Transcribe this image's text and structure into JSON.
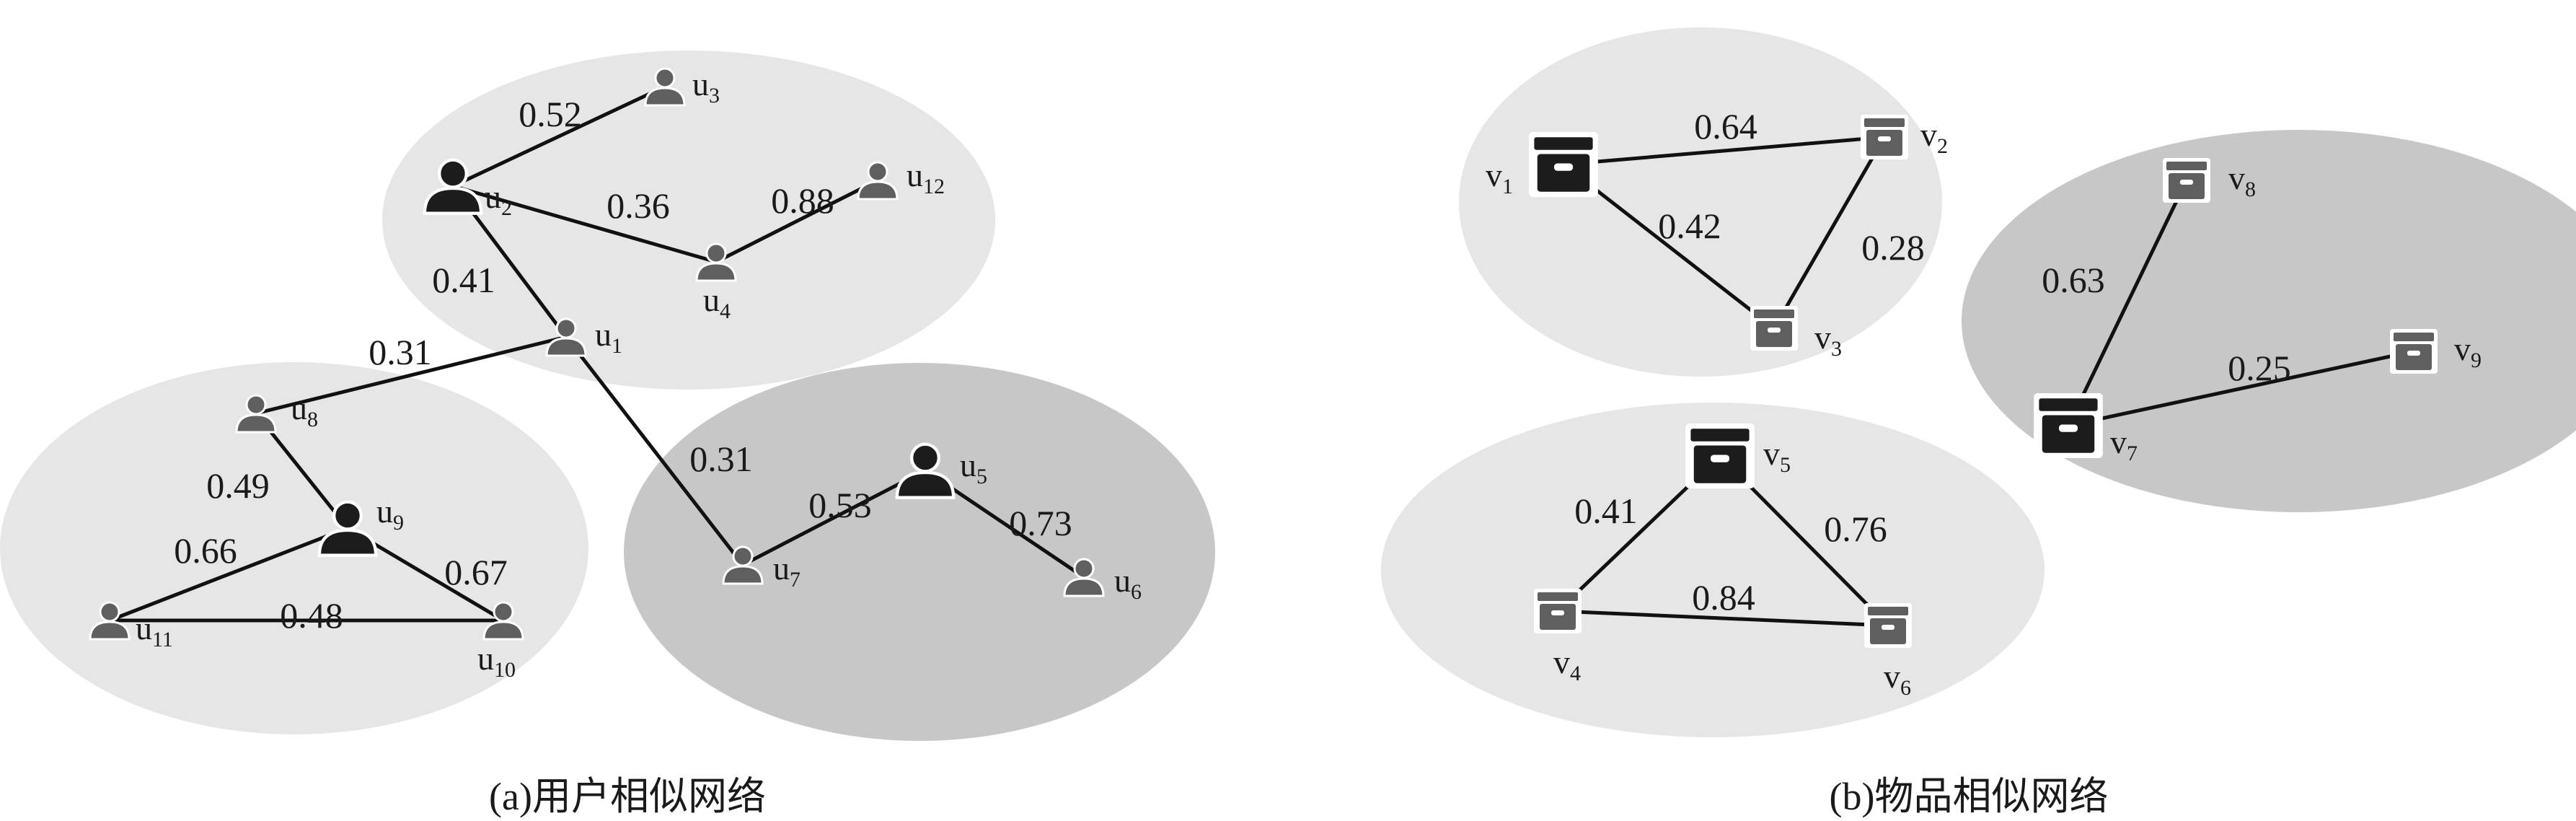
{
  "colors": {
    "light_cluster": "#e6e6e6",
    "dark_cluster": "#c7c7c7",
    "edge": "#111111",
    "highlight_icon": "#1c1c1c",
    "normal_icon": "#5f5f5f"
  },
  "panel_a": {
    "caption": "(a)用户相似网络",
    "nodes": [
      {
        "id": "u1",
        "base": "u",
        "sub": "1",
        "highlight": false
      },
      {
        "id": "u2",
        "base": "u",
        "sub": "2",
        "highlight": true
      },
      {
        "id": "u3",
        "base": "u",
        "sub": "3",
        "highlight": false
      },
      {
        "id": "u4",
        "base": "u",
        "sub": "4",
        "highlight": false
      },
      {
        "id": "u5",
        "base": "u",
        "sub": "5",
        "highlight": true
      },
      {
        "id": "u6",
        "base": "u",
        "sub": "6",
        "highlight": false
      },
      {
        "id": "u7",
        "base": "u",
        "sub": "7",
        "highlight": false
      },
      {
        "id": "u8",
        "base": "u",
        "sub": "8",
        "highlight": false
      },
      {
        "id": "u9",
        "base": "u",
        "sub": "9",
        "highlight": true
      },
      {
        "id": "u10",
        "base": "u",
        "sub": "10",
        "highlight": false
      },
      {
        "id": "u11",
        "base": "u",
        "sub": "11",
        "highlight": false
      },
      {
        "id": "u12",
        "base": "u",
        "sub": "12",
        "highlight": false
      }
    ],
    "edges": [
      {
        "from": "u2",
        "to": "u3",
        "weight": "0.52"
      },
      {
        "from": "u2",
        "to": "u4",
        "weight": "0.36"
      },
      {
        "from": "u4",
        "to": "u12",
        "weight": "0.88"
      },
      {
        "from": "u2",
        "to": "u1",
        "weight": "0.41"
      },
      {
        "from": "u1",
        "to": "u8",
        "weight": "0.31"
      },
      {
        "from": "u1",
        "to": "u7",
        "weight": "0.31"
      },
      {
        "from": "u8",
        "to": "u9",
        "weight": "0.49"
      },
      {
        "from": "u9",
        "to": "u11",
        "weight": "0.66"
      },
      {
        "from": "u9",
        "to": "u10",
        "weight": "0.67"
      },
      {
        "from": "u11",
        "to": "u10",
        "weight": "0.48"
      },
      {
        "from": "u7",
        "to": "u5",
        "weight": "0.53"
      },
      {
        "from": "u5",
        "to": "u6",
        "weight": "0.73"
      }
    ]
  },
  "panel_b": {
    "caption": "(b)物品相似网络",
    "nodes": [
      {
        "id": "v1",
        "base": "v",
        "sub": "1",
        "highlight": true
      },
      {
        "id": "v2",
        "base": "v",
        "sub": "2",
        "highlight": false
      },
      {
        "id": "v3",
        "base": "v",
        "sub": "3",
        "highlight": false
      },
      {
        "id": "v4",
        "base": "v",
        "sub": "4",
        "highlight": false
      },
      {
        "id": "v5",
        "base": "v",
        "sub": "5",
        "highlight": true
      },
      {
        "id": "v6",
        "base": "v",
        "sub": "6",
        "highlight": false
      },
      {
        "id": "v7",
        "base": "v",
        "sub": "7",
        "highlight": true
      },
      {
        "id": "v8",
        "base": "v",
        "sub": "8",
        "highlight": false
      },
      {
        "id": "v9",
        "base": "v",
        "sub": "9",
        "highlight": false
      }
    ],
    "edges": [
      {
        "from": "v1",
        "to": "v2",
        "weight": "0.64"
      },
      {
        "from": "v1",
        "to": "v3",
        "weight": "0.42"
      },
      {
        "from": "v2",
        "to": "v3",
        "weight": "0.28"
      },
      {
        "from": "v5",
        "to": "v4",
        "weight": "0.41"
      },
      {
        "from": "v5",
        "to": "v6",
        "weight": "0.76"
      },
      {
        "from": "v4",
        "to": "v6",
        "weight": "0.84"
      },
      {
        "from": "v8",
        "to": "v7",
        "weight": "0.63"
      },
      {
        "from": "v7",
        "to": "v9",
        "weight": "0.25"
      }
    ]
  }
}
